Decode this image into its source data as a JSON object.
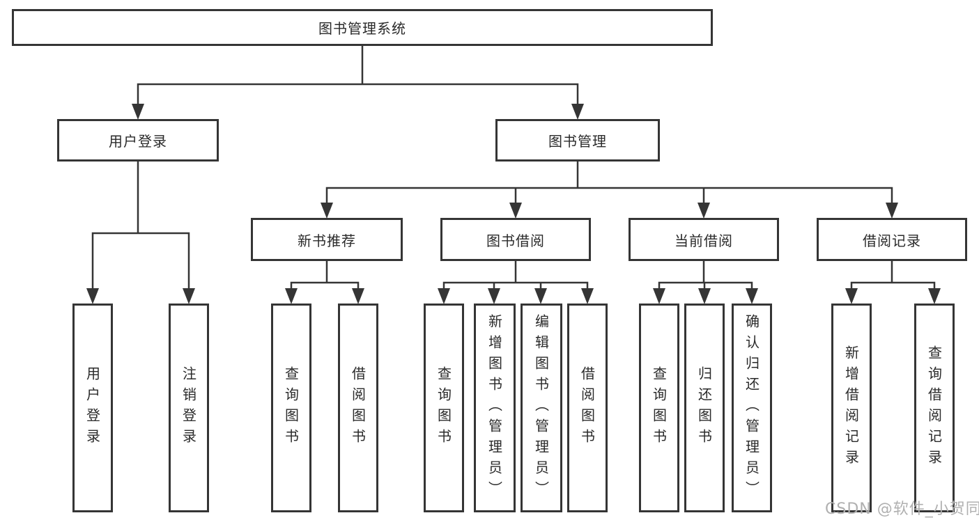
{
  "diagram": {
    "type": "tree",
    "root": {
      "label": "图书管理系统",
      "children": [
        {
          "label": "用户登录",
          "children": [
            {
              "label": "用户登录"
            },
            {
              "label": "注销登录"
            }
          ]
        },
        {
          "label": "图书管理",
          "children": [
            {
              "label": "新书推荐",
              "children": [
                {
                  "label": "查询图书"
                },
                {
                  "label": "借阅图书"
                }
              ]
            },
            {
              "label": "图书借阅",
              "children": [
                {
                  "label": "查询图书"
                },
                {
                  "label": "新增图书（管理员）"
                },
                {
                  "label": "编辑图书（管理员）"
                },
                {
                  "label": "借阅图书"
                }
              ]
            },
            {
              "label": "当前借阅",
              "children": [
                {
                  "label": "查询图书"
                },
                {
                  "label": "归还图书"
                },
                {
                  "label": "确认归还（管理员）"
                }
              ]
            },
            {
              "label": "借阅记录",
              "children": [
                {
                  "label": "新增借阅记录"
                },
                {
                  "label": "查询借阅记录"
                }
              ]
            }
          ]
        }
      ]
    }
  },
  "watermark": {
    "text": "CSDN @软件_小贺同学"
  },
  "colors": {
    "line": "#353535",
    "text": "#2a2a2a",
    "watermark": "#b0b0b0",
    "background": "#ffffff"
  }
}
